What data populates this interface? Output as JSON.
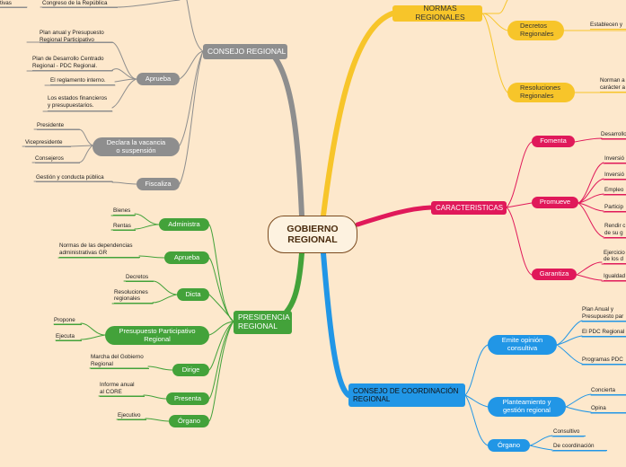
{
  "root": {
    "label": "GOBIERNO\nREGIONAL"
  },
  "colors": {
    "gray": "#8e8e8e",
    "green": "#43a23a",
    "yellow": "#f7c52a",
    "red": "#e0195a",
    "blue": "#2196e6",
    "background": "#fde8cc"
  },
  "consejo": {
    "label": "CONSEJO REGIONAL",
    "top_leaves": [
      "tivas",
      "Congreso de la República"
    ],
    "aprueba": {
      "label": "Aprueba",
      "items": [
        "Plan anual y Presupuesto\nRegional Participativo",
        "Plan de Desarrollo Centrado\nRegional - PDC Regional.",
        "El reglamento interno.",
        "Los estados financieros\ny presupuestarios."
      ]
    },
    "declara": {
      "label": "Declara la vacancia\no suspensión",
      "items": [
        "Presidente",
        "Vicepresidente",
        "Consejeros"
      ]
    },
    "fiscaliza": {
      "label": "Fiscaliza",
      "items": [
        "Gestión y conducta pública"
      ]
    }
  },
  "presidencia": {
    "label": "PRESIDENCIA\nREGIONAL",
    "groups": [
      {
        "label": "Administra",
        "items": [
          "Bienes",
          "Rentas"
        ]
      },
      {
        "label": "Aprueba",
        "items": [
          "Normas de las dependencias\nadministrativas GR"
        ]
      },
      {
        "label": "Dicta",
        "items": [
          "Decretos",
          "Resoluciones\nregionales"
        ]
      },
      {
        "label": "Presupuesto Participativo\nRegional",
        "items": [
          "Propone",
          "Ejecuta"
        ]
      },
      {
        "label": "Dirige",
        "items": [
          "Marcha del Gobierno\nRegional"
        ]
      },
      {
        "label": "Presenta",
        "items": [
          "Informe anual\nal CORE"
        ]
      },
      {
        "label": "Órgano",
        "items": [
          "Ejecutivo"
        ]
      }
    ]
  },
  "normas": {
    "label": "NORMAS REGIONALES",
    "decretos": {
      "label": "Decretos\nRegionales",
      "item": "Establecen y"
    },
    "resoluciones": {
      "label": "Resoluciones\nRegionales",
      "item": "Norman a\ncarácter a"
    }
  },
  "caracteristicas": {
    "label": "CARACTERISTICAS",
    "fomenta": {
      "label": "Fomenta",
      "items": [
        "Desarrollo"
      ]
    },
    "promueve": {
      "label": "Promueve",
      "items": [
        "Inversió",
        "Inversió",
        "Empleo",
        "Particip",
        "Rendir c\nde su g"
      ]
    },
    "garantiza": {
      "label": "Garantiza",
      "items": [
        "Ejercicio\nde los d",
        "Igualdad"
      ]
    }
  },
  "coordinacion": {
    "label": "CONSEJO DE COORDINACIÓN\nREGIONAL",
    "emite": {
      "label": "Emite opinión\nconsultiva",
      "items": [
        "Plan Anual y\nPresupuesto par",
        "El PDC Regional",
        "Programas PDC"
      ]
    },
    "planteamiento": {
      "label": "Planteamiento y\ngestión regional",
      "items": [
        "Concierta",
        "Opina"
      ]
    },
    "organo": {
      "label": "Órgano",
      "items": [
        "Consultivo",
        "De coordinación"
      ]
    }
  }
}
